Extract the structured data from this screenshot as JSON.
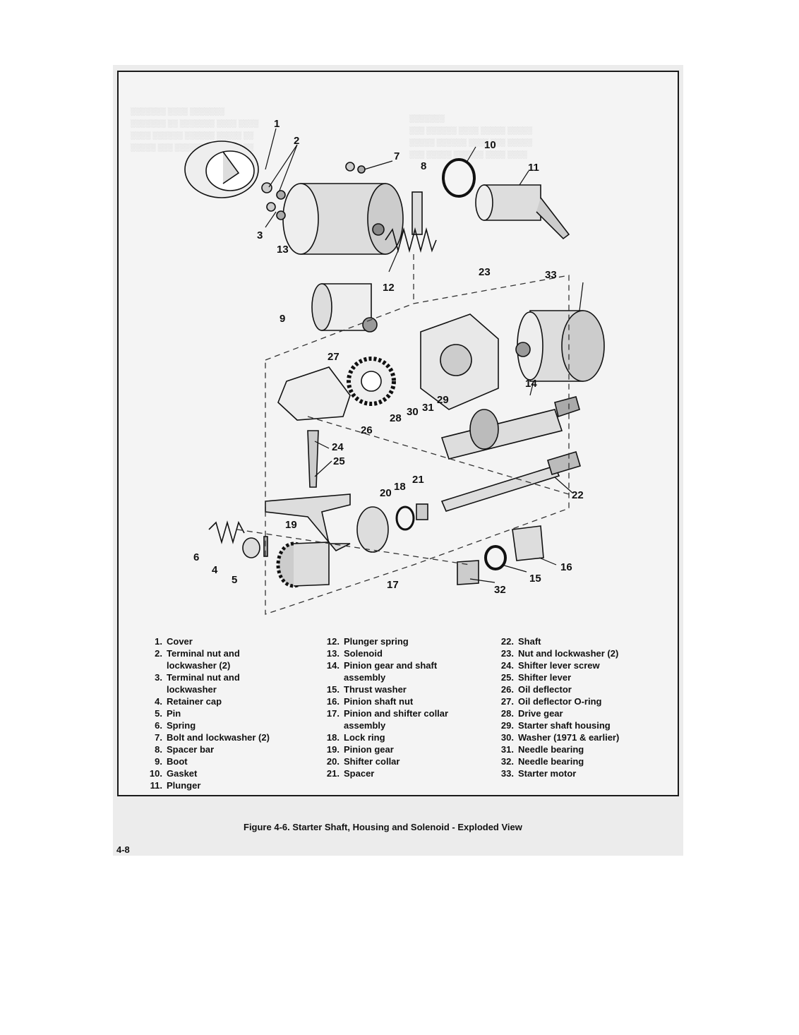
{
  "diagram": {
    "callouts": [
      "1",
      "2",
      "3",
      "4",
      "5",
      "6",
      "7",
      "8",
      "9",
      "10",
      "11",
      "12",
      "13",
      "14",
      "15",
      "16",
      "17",
      "18",
      "19",
      "20",
      "21",
      "22",
      "23",
      "24",
      "25",
      "26",
      "27",
      "28",
      "29",
      "30",
      "31",
      "32",
      "33"
    ]
  },
  "legend": {
    "col1": [
      {
        "num": "1.",
        "text": "Cover"
      },
      {
        "num": "2.",
        "text": "Terminal nut and lockwasher (2)"
      },
      {
        "num": "3.",
        "text": "Terminal nut and lockwasher"
      },
      {
        "num": "4.",
        "text": "Retainer cap"
      },
      {
        "num": "5.",
        "text": "Pin"
      },
      {
        "num": "6.",
        "text": "Spring"
      },
      {
        "num": "7.",
        "text": "Bolt and lockwasher (2)"
      },
      {
        "num": "8.",
        "text": "Spacer bar"
      },
      {
        "num": "9.",
        "text": "Boot"
      },
      {
        "num": "10.",
        "text": "Gasket"
      },
      {
        "num": "11.",
        "text": "Plunger"
      }
    ],
    "col2": [
      {
        "num": "12.",
        "text": "Plunger spring"
      },
      {
        "num": "13.",
        "text": "Solenoid"
      },
      {
        "num": "14.",
        "text": "Pinion gear and shaft assembly"
      },
      {
        "num": "15.",
        "text": "Thrust washer"
      },
      {
        "num": "16.",
        "text": "Pinion shaft nut"
      },
      {
        "num": "17.",
        "text": "Pinion and shifter collar assembly"
      },
      {
        "num": "18.",
        "text": "Lock ring"
      },
      {
        "num": "19.",
        "text": "Pinion gear"
      },
      {
        "num": "20.",
        "text": "Shifter collar"
      },
      {
        "num": "21.",
        "text": "Spacer"
      }
    ],
    "col3": [
      {
        "num": "22.",
        "text": "Shaft"
      },
      {
        "num": "23.",
        "text": "Nut and lockwasher (2)"
      },
      {
        "num": "24.",
        "text": "Shifter lever screw"
      },
      {
        "num": "25.",
        "text": "Shifter lever"
      },
      {
        "num": "26.",
        "text": "Oil deflector"
      },
      {
        "num": "27.",
        "text": "Oil deflector O-ring"
      },
      {
        "num": "28.",
        "text": "Drive gear"
      },
      {
        "num": "29.",
        "text": "Starter shaft housing"
      },
      {
        "num": "30.",
        "text": "Washer (1971 & earlier)"
      },
      {
        "num": "31.",
        "text": "Needle bearing"
      },
      {
        "num": "32.",
        "text": "Needle bearing"
      },
      {
        "num": "33.",
        "text": "Starter motor"
      }
    ]
  },
  "caption": "Figure 4-6. Starter Shaft, Housing and Solenoid - Exploded View",
  "page_number": "4-8"
}
